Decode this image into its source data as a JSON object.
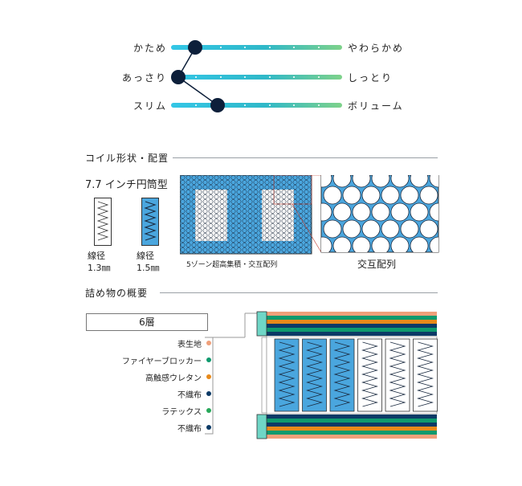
{
  "sliders": [
    {
      "left_label": "かため",
      "right_label": "やわらかめ",
      "level": 0.1
    },
    {
      "left_label": "あっさり",
      "right_label": "しっとり",
      "level": 0.0
    },
    {
      "left_label": "スリム",
      "right_label": "ボリューム",
      "level": 0.23
    }
  ],
  "coil": {
    "section_title": "コイル形状・配置",
    "subtitle": "7.7 インチ円筒型",
    "wire1": {
      "label": "線径",
      "value": "1.3㎜"
    },
    "wire2": {
      "label": "線径",
      "value": "1.5㎜"
    },
    "zone_caption": "5ゾーン超高集積・交互配列",
    "zoom_caption": "交互配列"
  },
  "filling": {
    "section_title": "詰め物の概要",
    "layer_count": "6層",
    "layers": [
      {
        "name": "表生地",
        "color": "#f0a07a"
      },
      {
        "name": "ファイヤーブロッカー",
        "color": "#0f9a6e"
      },
      {
        "name": "高触感ウレタン",
        "color": "#e88a1a"
      },
      {
        "name": "不織布",
        "color": "#0c3a66"
      },
      {
        "name": "ラテックス",
        "color": "#27a85a"
      },
      {
        "name": "不織布",
        "color": "#0c3a66"
      }
    ]
  },
  "colors": {
    "coil_blue": "#4aa6de",
    "navy": "#0d1f3a",
    "teal": "#6fd6c6"
  }
}
